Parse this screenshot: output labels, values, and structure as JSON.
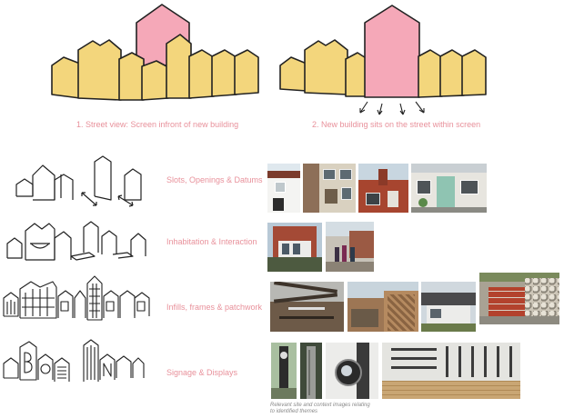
{
  "captions": {
    "street_view": "1. Street view: Screen infront of new building",
    "new_building": "2. New building sits on the street within screen"
  },
  "themes": [
    {
      "label": "Slots, Openings & Datums"
    },
    {
      "label": "Inhabitation & Interaction"
    },
    {
      "label": "Infills, frames & patchwork"
    },
    {
      "label": "Signage & Displays"
    }
  ],
  "note": {
    "line1": "Relevant site and context images relating",
    "line2": "to identified themes"
  },
  "colors": {
    "screen_yellow": "#f3d67c",
    "building_pink": "#f5a8b8",
    "caption_pink": "#e8919b",
    "outline": "#222222"
  }
}
